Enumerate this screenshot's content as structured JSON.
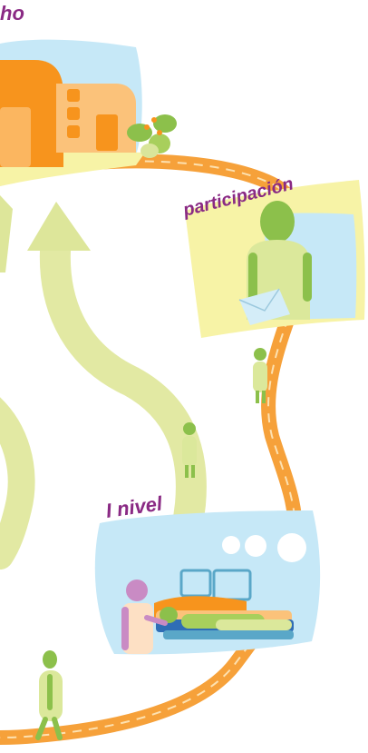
{
  "labels": {
    "top": "ho",
    "participation": "participación",
    "level": "I nivel"
  },
  "colors": {
    "path_orange": "#f6a13a",
    "path_dash": "#fde1b0",
    "arrow_green": "#e2e9a3",
    "sky_blue": "#c6e8f7",
    "card_yellow": "#f7f3a6",
    "label_purple": "#8a2a84",
    "person_green": "#8cc04b",
    "person_body": "#dbe89b"
  }
}
